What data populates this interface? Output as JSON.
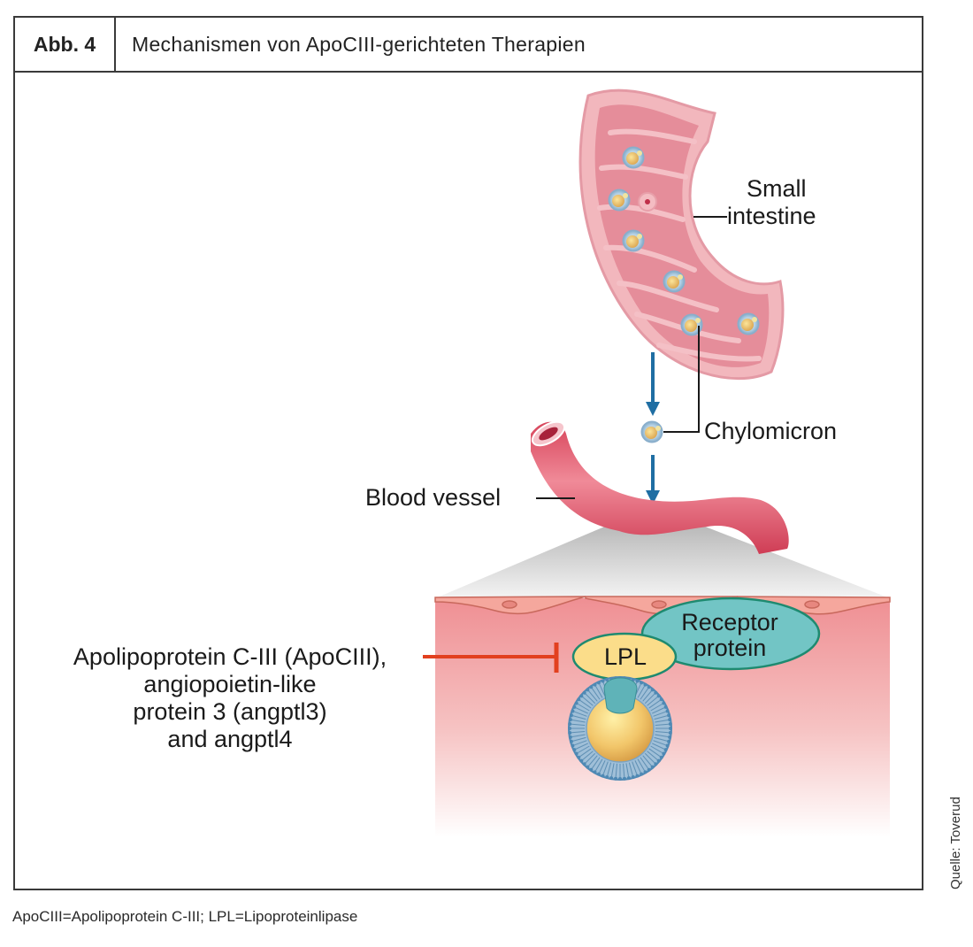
{
  "figure": {
    "number_label": "Abb. 4",
    "title": "Mechanismen von ApoCIII-gerichteten Therapien"
  },
  "labels": {
    "small_intestine": [
      "Small",
      "intestine"
    ],
    "chylomicron": "Chylomicron",
    "blood_vessel": "Blood vessel",
    "lpl": "LPL",
    "receptor_protein": [
      "Receptor",
      "protein"
    ],
    "inhibitors": [
      "Apolipoprotein C-III (ApoCIII),",
      "angiopoietin-like",
      "protein 3 (angptl3)",
      "and angptl4"
    ]
  },
  "footnote": "ApoCIII=Apolipoprotein C-III; LPL=Lipoproteinlipase",
  "source": "Quelle: Toverud",
  "colors": {
    "intestine": "#e49aa5",
    "vessel": "#e05468",
    "arrow": "#1f6ea3",
    "inhibition": "#e2401f",
    "lpl_fill": "#fbdd8a",
    "receptor_fill": "#72c5c5",
    "outline_teal": "#1e8a70",
    "tissue": "#f09a9c"
  }
}
